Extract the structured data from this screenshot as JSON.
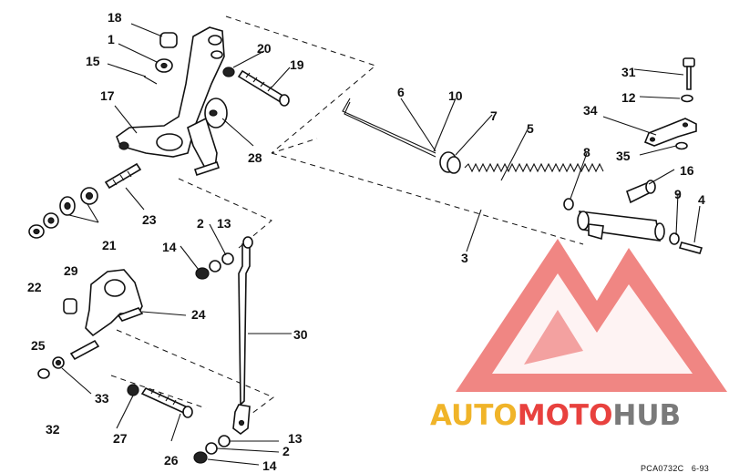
{
  "diagram": {
    "callouts": [
      "18",
      "1",
      "15",
      "17",
      "20",
      "19",
      "28",
      "23",
      "21",
      "22",
      "29",
      "2",
      "13",
      "14",
      "24",
      "25",
      "30",
      "33",
      "32",
      "27",
      "26",
      "6",
      "10",
      "7",
      "5",
      "8",
      "3",
      "31",
      "12",
      "34",
      "35",
      "16",
      "9",
      "4"
    ],
    "drawing_code": "PCA0732C",
    "drawing_date": "6-93"
  },
  "watermark": {
    "part1": "AUTO",
    "part2": "MOTO",
    "part3": "HUB",
    "colors": {
      "auto": "#f0b429",
      "moto": "#e8413e",
      "hub": "#7a7a7a",
      "logo": "#e8413e"
    }
  }
}
